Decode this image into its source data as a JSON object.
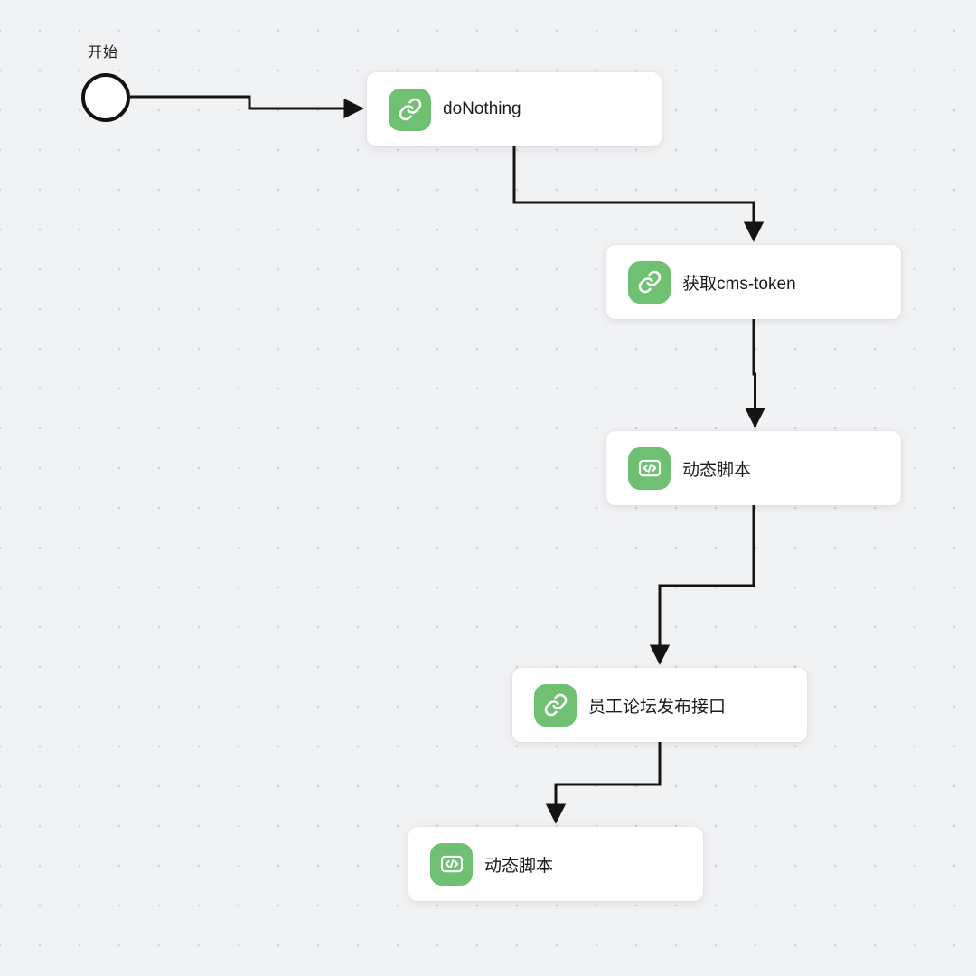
{
  "canvas": {
    "background_color": "#f1f2f4",
    "dot_color": "#d2d4d9",
    "edge_color": "#141414",
    "node_background": "#ffffff",
    "icon_green": "#6fc072"
  },
  "start": {
    "label": "开始"
  },
  "nodes": [
    {
      "label": "doNothing",
      "icon": "link"
    },
    {
      "label": "获取cms-token",
      "icon": "link"
    },
    {
      "label": "动态脚本",
      "icon": "code"
    },
    {
      "label": "员工论坛发布接口",
      "icon": "link"
    },
    {
      "label": "动态脚本",
      "icon": "code"
    }
  ],
  "edges": [
    {
      "from": "start",
      "to": "doNothing"
    },
    {
      "from": "doNothing",
      "to": "获取cms-token"
    },
    {
      "from": "获取cms-token",
      "to": "动态脚本"
    },
    {
      "from": "动态脚本",
      "to": "员工论坛发布接口"
    },
    {
      "from": "员工论坛发布接口",
      "to": "动态脚本"
    }
  ]
}
